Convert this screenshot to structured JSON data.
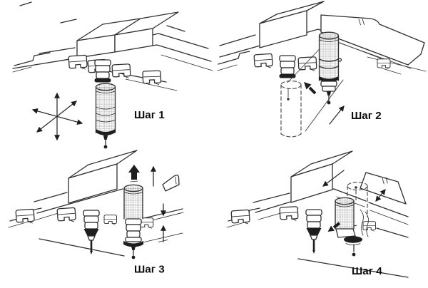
{
  "figure": {
    "background": "#ffffff",
    "ink_color": "#2f2f2f",
    "panels": [
      {
        "caption": "Шаг 1"
      },
      {
        "caption": "Шаг 2"
      },
      {
        "caption": "Шаг 3"
      },
      {
        "caption": "Шаг 4"
      }
    ]
  }
}
